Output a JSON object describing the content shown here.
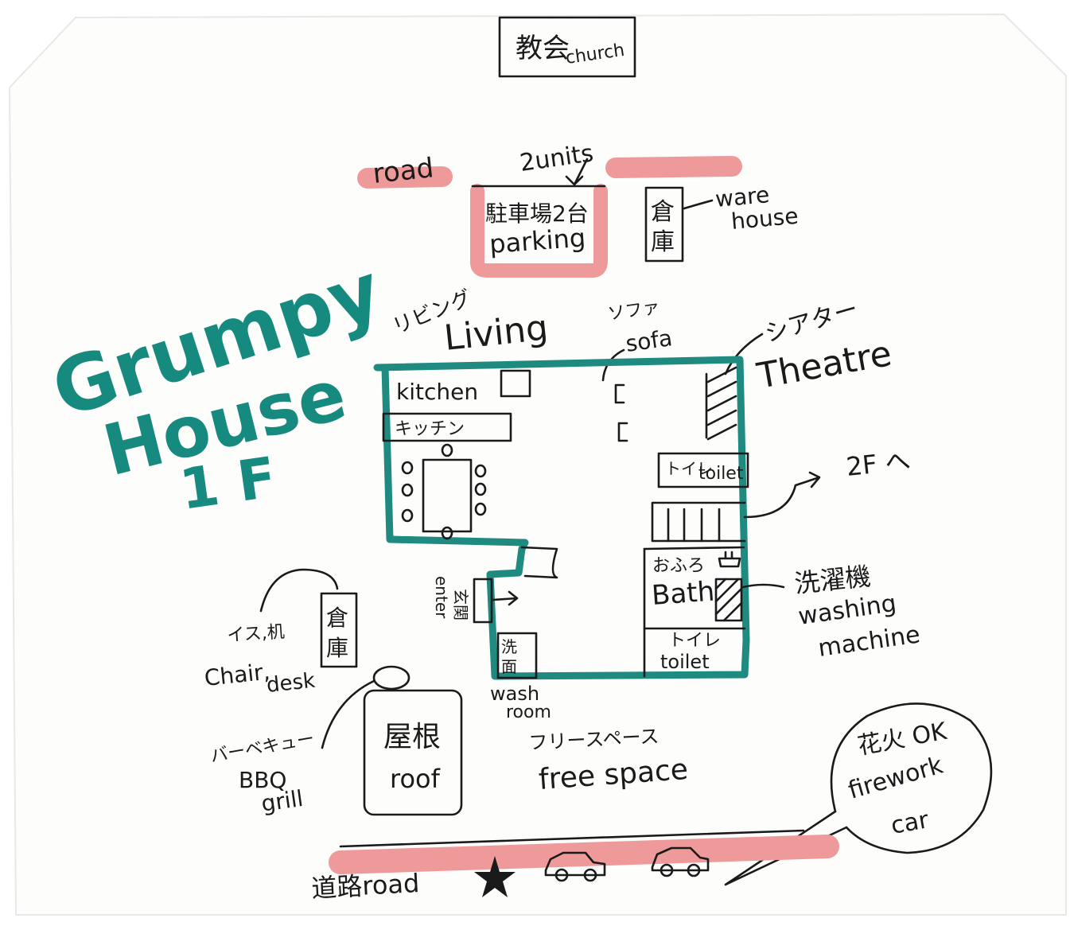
{
  "title": {
    "line1": "Grumpy",
    "line2": "House",
    "line3": "1 F"
  },
  "church": {
    "ja": "教会",
    "en": "church"
  },
  "road_top": "road",
  "parking": {
    "units_note": "2units",
    "ja": "駐車場2台",
    "en": "parking"
  },
  "warehouse": {
    "ja1": "倉",
    "ja2": "庫",
    "en1": "ware",
    "en2": "house"
  },
  "living": {
    "ja": "リビング",
    "en": "Living"
  },
  "sofa": {
    "ja": "ソファ",
    "en": "sofa"
  },
  "theatre": {
    "ja": "シアター",
    "en": "Theatre"
  },
  "kitchen": {
    "en": "kitchen",
    "ja": "キッチン"
  },
  "toilet_upper": {
    "ja": "トイレ",
    "en": "toilet"
  },
  "stairs_note": "2F へ",
  "bath": {
    "ja": "おふろ",
    "en": "Bath"
  },
  "washing_machine": {
    "ja": "洗濯機",
    "en1": "washing",
    "en2": "machine"
  },
  "toilet_lower": {
    "ja": "トイレ",
    "en": "toilet"
  },
  "entrance": {
    "ja": "玄関",
    "en": "enter"
  },
  "washroom": {
    "ja": "洗面",
    "en1": "wash",
    "en2": "room"
  },
  "chair_desk": {
    "ja": "イス,机",
    "en1": "Chair,",
    "en2": "desk"
  },
  "storage_small": {
    "ja1": "倉",
    "ja2": "庫"
  },
  "bbq": {
    "ja": "バーベキュー",
    "en1": "BBQ",
    "en2": "grill"
  },
  "roof": {
    "ja": "屋根",
    "en": "roof"
  },
  "free_space": {
    "ja": "フリースペース",
    "en": "free space"
  },
  "firework": {
    "ja": "花火 OK",
    "en": "firework",
    "car": "car"
  },
  "road_bottom": "道路road",
  "colors": {
    "wall": "#1f8a80",
    "title": "#178a7f",
    "road": "#ef9a9a",
    "ink": "#1a1a1a"
  }
}
